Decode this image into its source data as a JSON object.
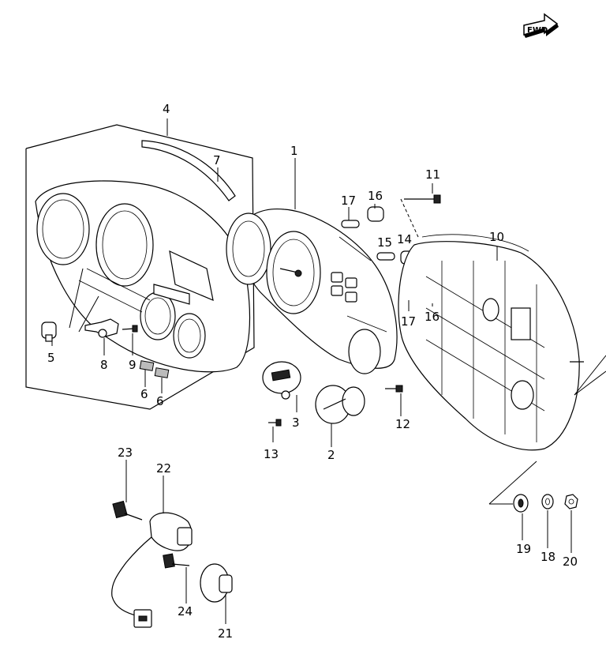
{
  "fwd_label": "FWD",
  "callouts": {
    "p1": "1",
    "p2": "2",
    "p3": "3",
    "p4": "4",
    "p5": "5",
    "p6a": "6",
    "p6b": "6",
    "p7": "7",
    "p8": "8",
    "p9": "9",
    "p10": "10",
    "p11": "11",
    "p12": "12",
    "p13": "13",
    "p14": "14",
    "p15": "15",
    "p16a": "16",
    "p16b": "16",
    "p17a": "17",
    "p17b": "17",
    "p18": "18",
    "p19": "19",
    "p20": "20",
    "p21": "21",
    "p22": "22",
    "p23": "23",
    "p24": "24"
  }
}
